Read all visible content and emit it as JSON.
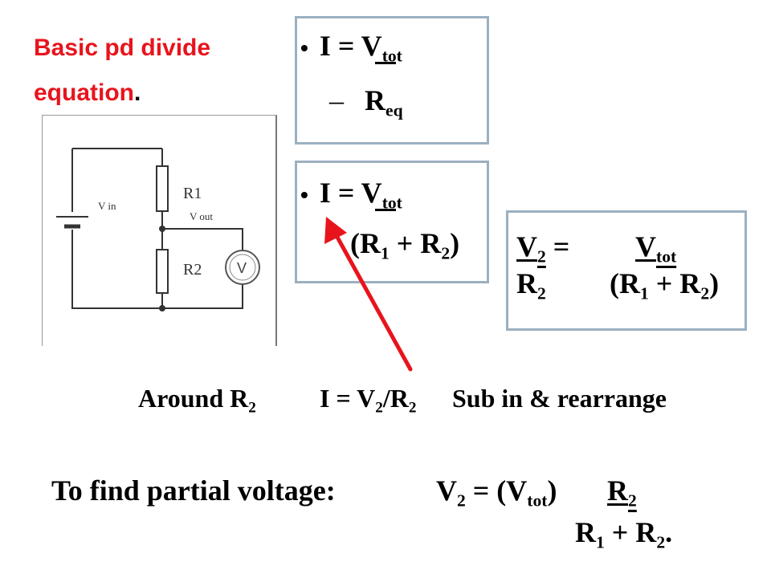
{
  "title": {
    "line1": "Basic pd divide",
    "line2": "equation",
    "dot": "."
  },
  "circuit": {
    "vin_label": "V in",
    "r1_label": "R1",
    "vout_label": "V out",
    "r2_label": "R2",
    "meter_label": "V"
  },
  "box1": {
    "eq1": "I = V",
    "eq1_sub": "tot",
    "dash": "–",
    "den": "R",
    "den_sub": "eq"
  },
  "box2": {
    "eq1": "I = V",
    "eq1_sub": "tot",
    "den_a": "(R",
    "den_sub1": "1",
    "den_b": " + R",
    "den_sub2": "2",
    "den_c": ")"
  },
  "box3": {
    "v": "V",
    "v_sub": "2",
    "eq": " =",
    "vtot": "V",
    "vtot_sub": "tot",
    "r": "R",
    "r_sub": "2",
    "den_a": "(R",
    "den_sub1": "1",
    "den_b": " + R",
    "den_sub2": "2",
    "den_c": ")"
  },
  "around": {
    "a": "Around R",
    "a_sub": "2",
    "b": "I = V",
    "b_sub": "2",
    "b2": "/R",
    "b2_sub": "2",
    "c": "Sub in & rearrange"
  },
  "final": {
    "label": "To find partial voltage:",
    "v": "V",
    "v_sub": "2",
    "eq": " =  (V",
    "tot_sub": "tot",
    "close": ")",
    "r": "R",
    "r_sub": "2",
    "den_a": "R",
    "den_sub1": "1",
    "den_b": " + R",
    "den_sub2": "2",
    "den_c": "."
  },
  "colors": {
    "title": "#e8141c",
    "arrow": "#e8141c",
    "box_border": "#9bb0c1"
  }
}
